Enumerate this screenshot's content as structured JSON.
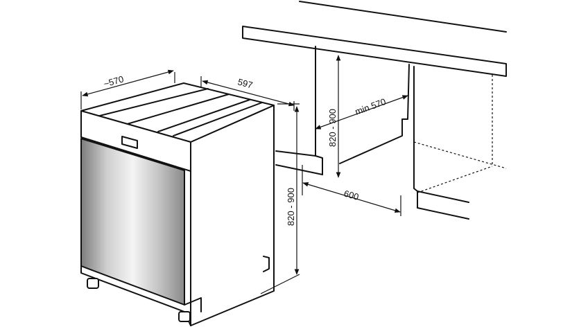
{
  "dimensions": {
    "depth_approx": "~570",
    "width": "597",
    "height_appliance": "820 - 900",
    "niche_depth_min": "min 570",
    "niche_height": "820 - 900",
    "niche_width": "600"
  }
}
